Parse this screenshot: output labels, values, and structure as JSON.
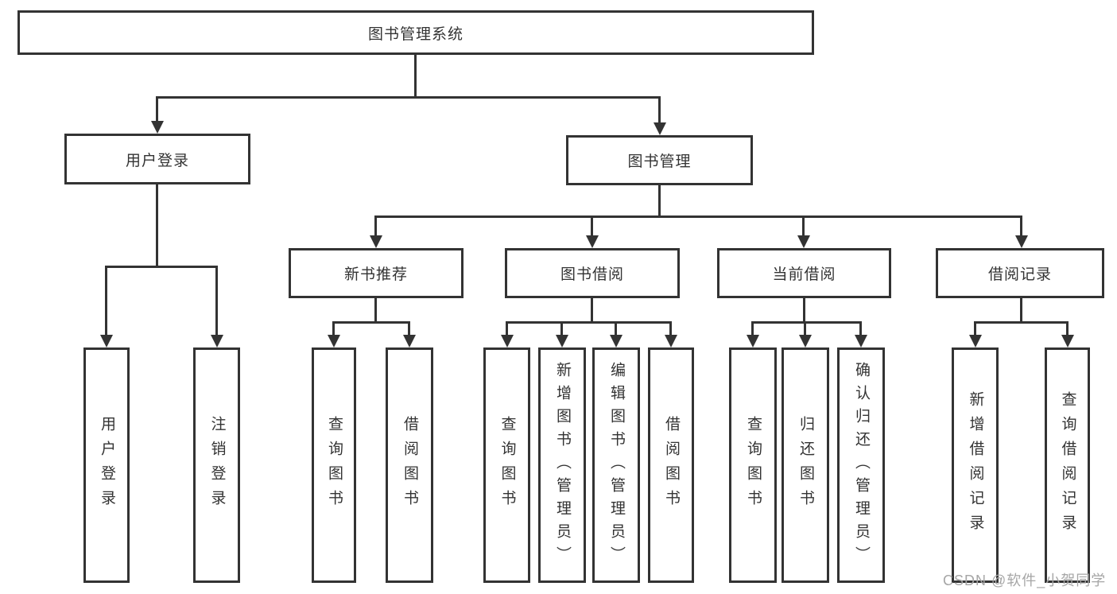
{
  "diagram": {
    "tree": {
      "root": {
        "label": "图书管理系统"
      },
      "branches": [
        {
          "label": "用户登录",
          "children": [
            {
              "label": "用户登录"
            },
            {
              "label": "注销登录"
            }
          ]
        },
        {
          "label": "图书管理",
          "children": [
            {
              "label": "新书推荐",
              "children": [
                {
                  "label": "查询图书"
                },
                {
                  "label": "借阅图书"
                }
              ]
            },
            {
              "label": "图书借阅",
              "children": [
                {
                  "label": "查询图书"
                },
                {
                  "label": "新增图书（管理员）"
                },
                {
                  "label": "编辑图书（管理员）"
                },
                {
                  "label": "借阅图书"
                }
              ]
            },
            {
              "label": "当前借阅",
              "children": [
                {
                  "label": "查询图书"
                },
                {
                  "label": "归还图书"
                },
                {
                  "label": "确认归还（管理员）"
                }
              ]
            },
            {
              "label": "借阅记录",
              "children": [
                {
                  "label": "新增借阅记录"
                },
                {
                  "label": "查询借阅记录"
                }
              ]
            }
          ]
        }
      ]
    },
    "watermark": "CSDN @软件_小贺同学",
    "colors": {
      "line": "#333333",
      "text": "#333333",
      "watermark": "#a6a6a6",
      "background": "#ffffff"
    }
  }
}
